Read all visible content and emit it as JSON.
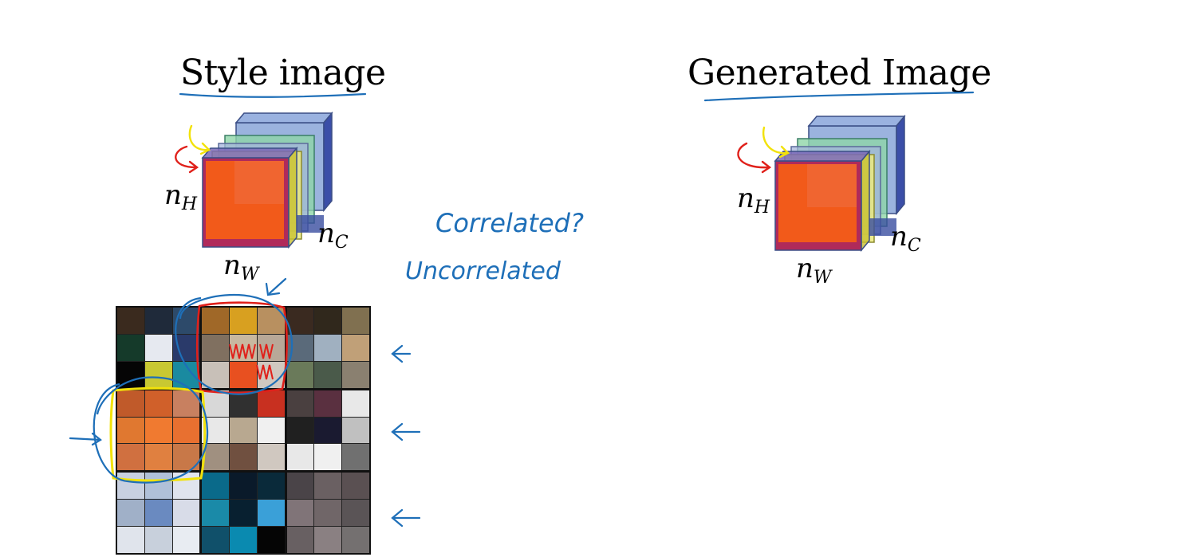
{
  "style_panel": {
    "title": "Style image",
    "dims": {
      "h": "n",
      "h_sub": "H",
      "w": "n",
      "w_sub": "W",
      "c": "n",
      "c_sub": "C"
    },
    "annotations": {
      "correlated": "Correlated?",
      "uncorrelated": "Uncorrelated"
    }
  },
  "generated_panel": {
    "title": "Generated Image",
    "dims": {
      "h": "n",
      "h_sub": "H",
      "w": "n",
      "w_sub": "W",
      "c": "n",
      "c_sub": "C"
    }
  },
  "colors": {
    "ink_blue": "#1e6fb8",
    "ink_red": "#e0201a",
    "ink_yellow": "#f2e20a",
    "channel_orange": "#f25a1a",
    "channel_yellow": "#e8e27a",
    "channel_green": "#8fd6a8",
    "channel_blue": "#8aa6d8"
  },
  "patch_rows": [
    [
      [
        "#3a2a1e",
        "#1f2a3a",
        "#2d4a6a",
        "#153a2a",
        "#e6e9f0",
        "#2a3a6a",
        "#050505",
        "#c8c832",
        "#1a8aa0"
      ],
      [
        "#a06828",
        "#d8a020",
        "#b89060",
        "#807060",
        "#c8b8a0",
        "#b8a898",
        "#c8c0b8",
        "#e85020",
        "#d0c8c0"
      ],
      [
        "#3a2a20",
        "#30281c",
        "#807050",
        "#5a6a7a",
        "#a0b0c0",
        "#c0a078",
        "#6a7a5a",
        "#4a5a4a",
        "#8a8070"
      ]
    ],
    [
      [
        "#c05a2a",
        "#d0602a",
        "#c88060",
        "#e07830",
        "#f07a30",
        "#e87030",
        "#d07040",
        "#e08040",
        "#c87848"
      ],
      [
        "#d8d8d8",
        "#303030",
        "#c83020",
        "#e8e8e8",
        "#b8a890",
        "#f0f0f0",
        "#a09080",
        "#705040",
        "#d0c8c0"
      ],
      [
        "#4a4040",
        "#5a3040",
        "#e8e8e8",
        "#202020",
        "#1a1a30",
        "#c0c0c0",
        "#e8e8e8",
        "#f0f0f0",
        "#707070"
      ]
    ],
    [
      [
        "#c8d0e0",
        "#b0c0d8",
        "#e0e4ee",
        "#a0b0c8",
        "#6a8ac0",
        "#d8dce8",
        "#e0e4ec",
        "#c8d0dc",
        "#e8ecf2"
      ],
      [
        "#0a6a8a",
        "#0a1a2a",
        "#0a2a3a",
        "#1a8aa8",
        "#082030",
        "#3aa0d8",
        "#10506a",
        "#0a8ab0",
        "#050505"
      ],
      [
        "#4a4448",
        "#6a6062",
        "#5a5052",
        "#807478",
        "#706668",
        "#5a5456",
        "#686062",
        "#8a8082",
        "#747070"
      ]
    ]
  ]
}
